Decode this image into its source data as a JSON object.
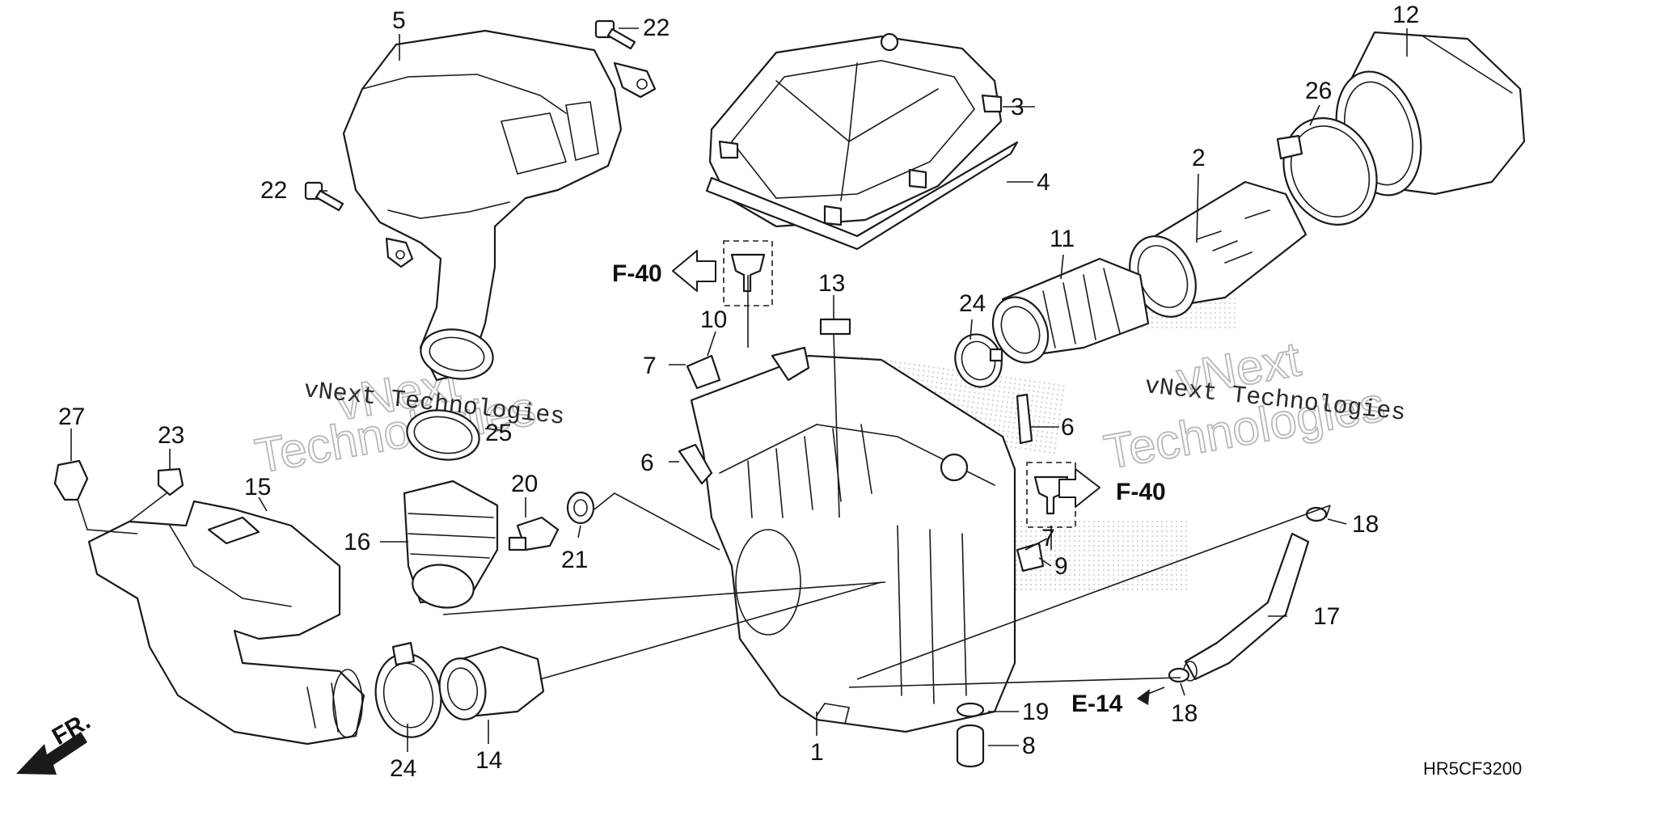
{
  "callouts": {
    "c1": "1",
    "c2": "2",
    "c3": "3",
    "c4": "4",
    "c5": "5",
    "c6a": "6",
    "c6b": "6",
    "c7a": "7",
    "c7b": "7",
    "c8": "8",
    "c9": "9",
    "c10": "10",
    "c11": "11",
    "c12": "12",
    "c13": "13",
    "c14": "14",
    "c15": "15",
    "c16": "16",
    "c17": "17",
    "c18a": "18",
    "c18b": "18",
    "c19": "19",
    "c20": "20",
    "c21": "21",
    "c22a": "22",
    "c22b": "22",
    "c23": "23",
    "c24a": "24",
    "c24b": "24",
    "c25": "25",
    "c26": "26",
    "c27": "27"
  },
  "references": {
    "f40_left": "F-40",
    "f40_right": "F-40",
    "e14": "E-14"
  },
  "front_marker": "FR.",
  "watermarks": {
    "left_large_1": "vNext",
    "left_large_2": "Technologies",
    "left_small": "vNext Technologies",
    "right_large_1": "vNext",
    "right_large_2": "Technologies",
    "right_small": "vNext Technologies"
  },
  "diagram_code": "HR5CF3200",
  "colors": {
    "ink": "#1a1a1a",
    "watermark": "#b8b8b8",
    "background": "#ffffff"
  }
}
